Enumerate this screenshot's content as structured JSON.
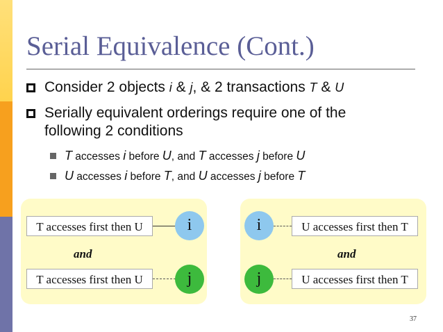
{
  "slide": {
    "title": "Serial Equivalence (Cont.)",
    "page_number": "37"
  },
  "bullets": {
    "b1": {
      "part1": "Consider 2 objects ",
      "var1": "i",
      "part2": " & ",
      "var2": "j",
      "part3": ", & 2 transactions ",
      "var3": "T",
      "part4": " & ",
      "var4": "U"
    },
    "b2": {
      "line1": "Serially equivalent orderings require one of the",
      "line2": "following 2 conditions"
    }
  },
  "sub_bullets": {
    "s1": {
      "v1": "T",
      "t1": " accesses ",
      "v2": "i",
      "t2": " before ",
      "v3": "U",
      "t3": ", and ",
      "v4": "T",
      "t4": " accesses ",
      "v5": "j",
      "t5": " before ",
      "v6": "U"
    },
    "s2": {
      "v1": "U",
      "t1": " accesses ",
      "v2": "i",
      "t2": " before ",
      "v3": "T",
      "t3": ", and ",
      "v4": "U",
      "t4": " accesses ",
      "v5": "j",
      "t5": " before ",
      "v6": "T"
    }
  },
  "diagram_left": {
    "box_top": "T accesses first then U",
    "box_bottom": "T accesses first then U",
    "circle_top": "i",
    "circle_bottom": "j",
    "and_label": "and"
  },
  "diagram_right": {
    "box_top": "U accesses first then T",
    "box_bottom": "U accesses first then T",
    "circle_top": "i",
    "circle_bottom": "j",
    "and_label": "and"
  },
  "colors": {
    "title": "#5A5E96",
    "bar_yellow": "#FFD966",
    "bar_orange": "#F7A01E",
    "bar_blue": "#6F73A8",
    "panel_bg": "#FFFBC8",
    "circle_i": "#8EC8EE",
    "circle_j": "#3DBA3D"
  }
}
